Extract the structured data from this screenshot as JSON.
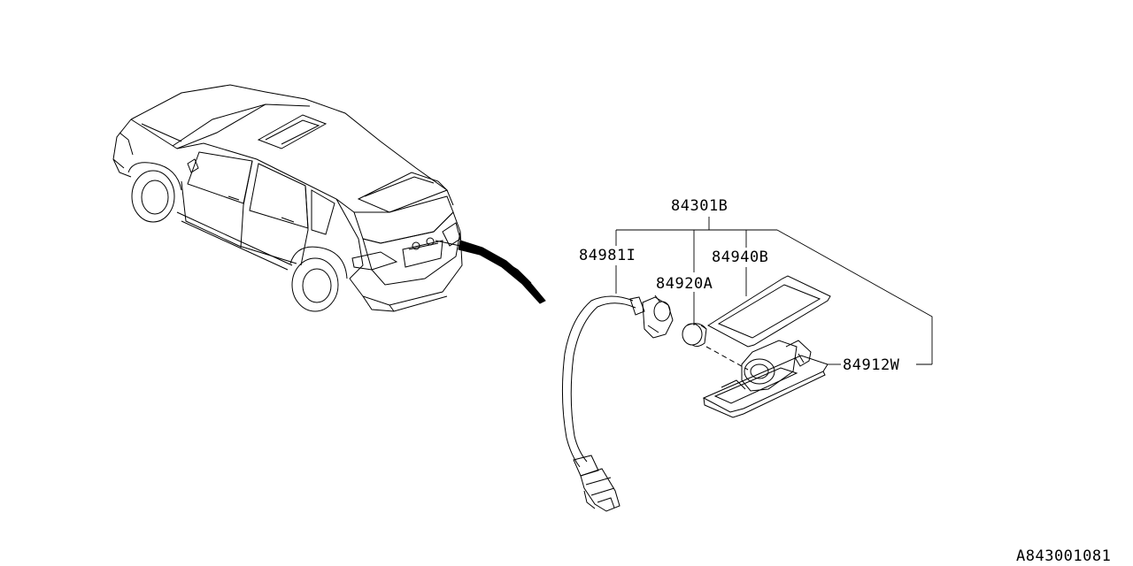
{
  "colors": {
    "ink": "#000000",
    "paper": "#ffffff"
  },
  "callouts": {
    "assembly": "84301B",
    "harness": "84981I",
    "bulb": "84920A",
    "lens": "84940B",
    "housing": "84912W"
  },
  "figure_id": "A843001081"
}
